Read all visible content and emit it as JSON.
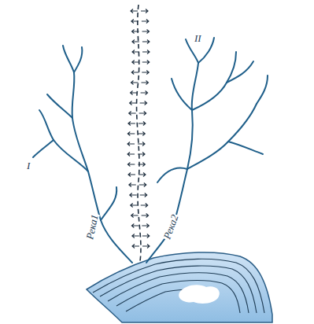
{
  "diagram": {
    "labels": [
      "I",
      "II",
      "Река1",
      "Река2"
    ]
  }
}
